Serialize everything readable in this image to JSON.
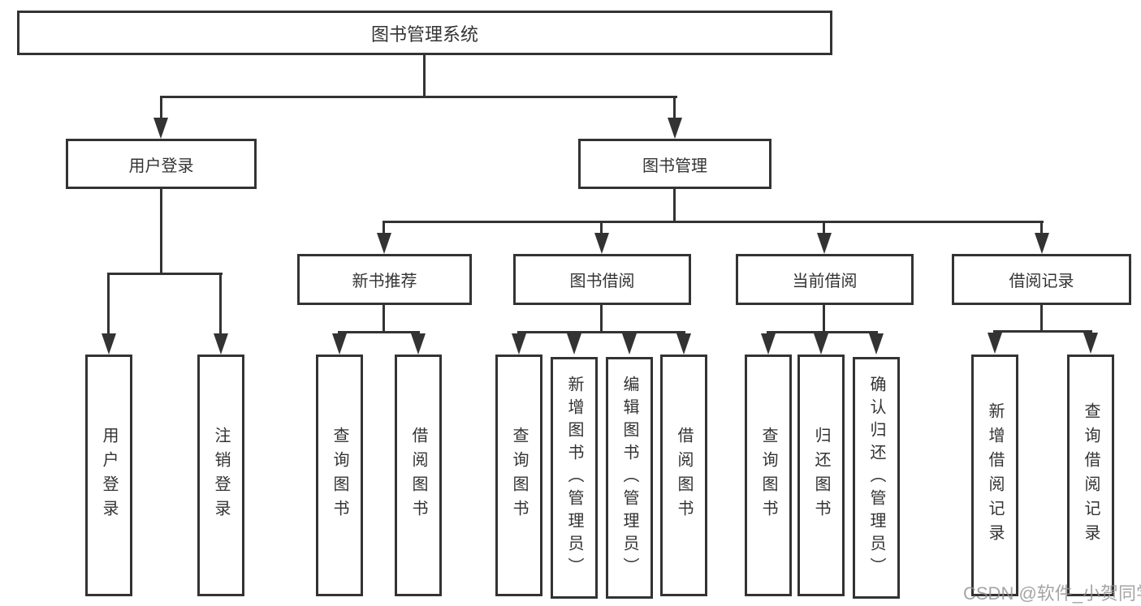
{
  "diagram": {
    "root": {
      "label": "图书管理系统"
    },
    "branches": [
      {
        "label": "用户登录",
        "children": [
          {
            "label": "用户登录"
          },
          {
            "label": "注销登录"
          }
        ]
      },
      {
        "label": "图书管理",
        "children": [
          {
            "label": "新书推荐",
            "children": [
              {
                "label": "查询图书"
              },
              {
                "label": "借阅图书"
              }
            ]
          },
          {
            "label": "图书借阅",
            "children": [
              {
                "label": "查询图书"
              },
              {
                "label": "新增图书（管理员）"
              },
              {
                "label": "编辑图书（管理员）"
              },
              {
                "label": "借阅图书"
              }
            ]
          },
          {
            "label": "当前借阅",
            "children": [
              {
                "label": "查询图书"
              },
              {
                "label": "归还图书"
              },
              {
                "label": "确认归还（管理员）"
              }
            ]
          },
          {
            "label": "借阅记录",
            "children": [
              {
                "label": "新增借阅记录"
              },
              {
                "label": "查询借阅记录"
              }
            ]
          }
        ]
      }
    ]
  },
  "watermark": {
    "text": "CSDN @软件_小贺同学"
  },
  "colors": {
    "stroke": "#333333",
    "text": "#333333",
    "background": "#ffffff",
    "watermark": "#8f8f8f"
  }
}
